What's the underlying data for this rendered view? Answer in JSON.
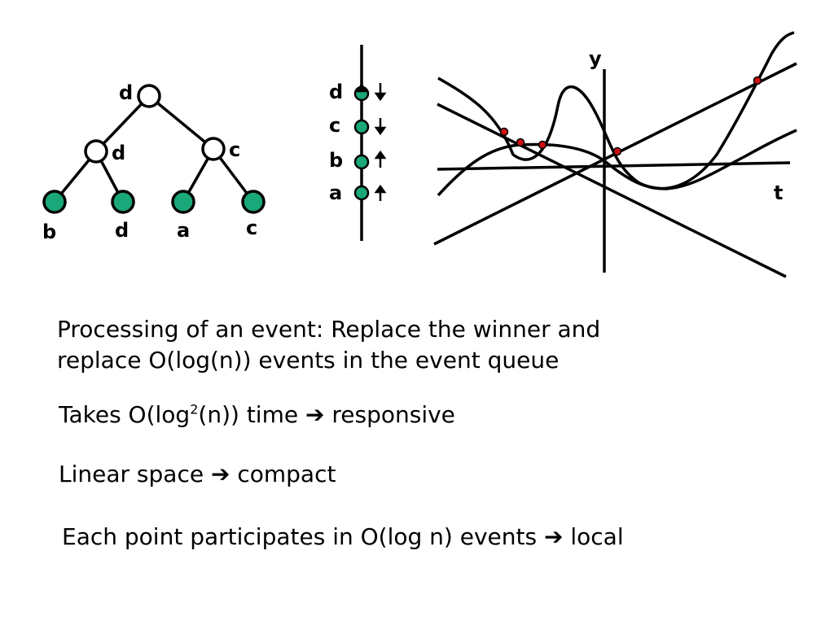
{
  "tree": {
    "root_label": "d",
    "left_label": "d",
    "right_label": "c",
    "leaf_labels": [
      "b",
      "d",
      "a",
      "c"
    ]
  },
  "queue": {
    "items": [
      {
        "label": "d",
        "direction": "down"
      },
      {
        "label": "c",
        "direction": "down"
      },
      {
        "label": "b",
        "direction": "up"
      },
      {
        "label": "a",
        "direction": "up"
      }
    ]
  },
  "plot": {
    "y_label": "y",
    "t_label": "t"
  },
  "colors": {
    "leaf_fill": "#1aa87a",
    "event_dot": "#cc1111",
    "stroke": "#000000"
  },
  "text": {
    "line1": "Processing of an event: Replace the winner and",
    "line2": "replace O(log(n)) events in the event queue",
    "takes_pre": "Takes O(log",
    "takes_sup": "2",
    "takes_post": "(n)) time",
    "takes_word": "responsive",
    "space_pre": "Linear space",
    "space_word": "compact",
    "each_pre": "Each point participates in O(log n) events",
    "each_word": "local",
    "arrow_glyph": "➔"
  }
}
